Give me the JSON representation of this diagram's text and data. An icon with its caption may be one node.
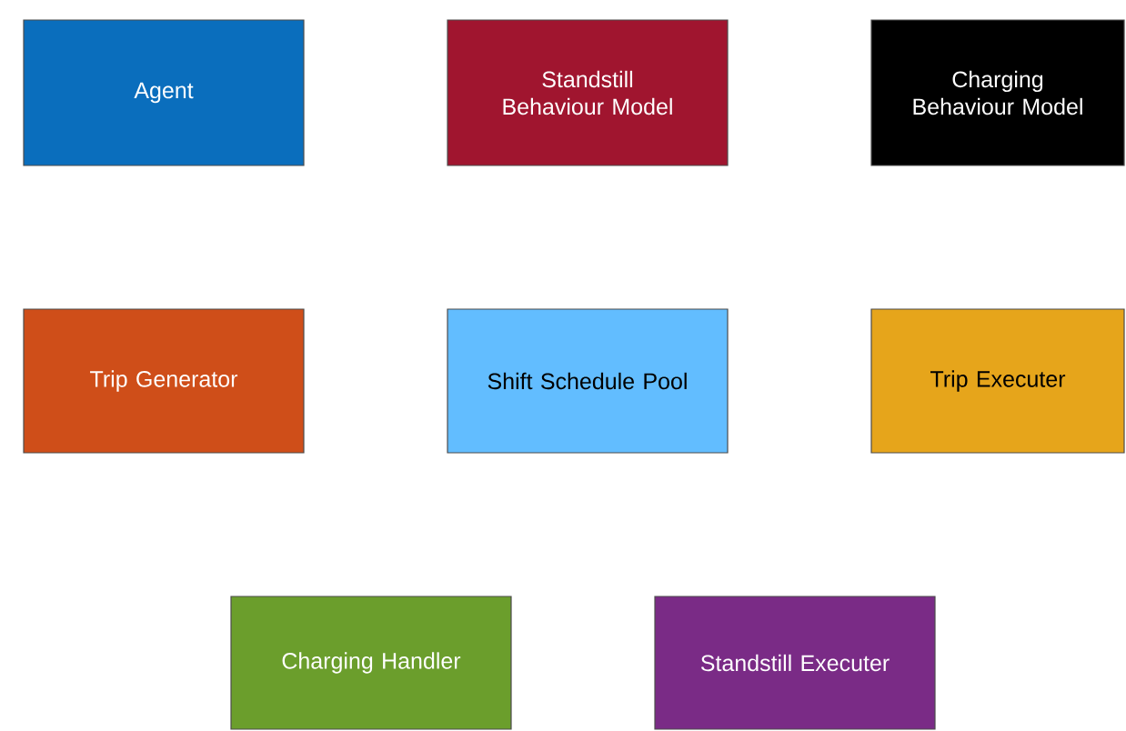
{
  "diagram": {
    "nodes": [
      {
        "text": [
          "Agent"
        ]
      },
      {
        "text": [
          "Standstill Behaviour Model"
        ]
      },
      {
        "text": [
          "Charging Behaviour Model"
        ]
      },
      {
        "text": [
          "Trip Generator"
        ]
      },
      {
        "text": [
          "Shift Schedule Pool"
        ]
      },
      {
        "text": [
          "Trip Executer"
        ]
      },
      {
        "text": [
          "Charging Handler"
        ]
      },
      {
        "text": [
          "Standstill Executer"
        ]
      }
    ]
  }
}
